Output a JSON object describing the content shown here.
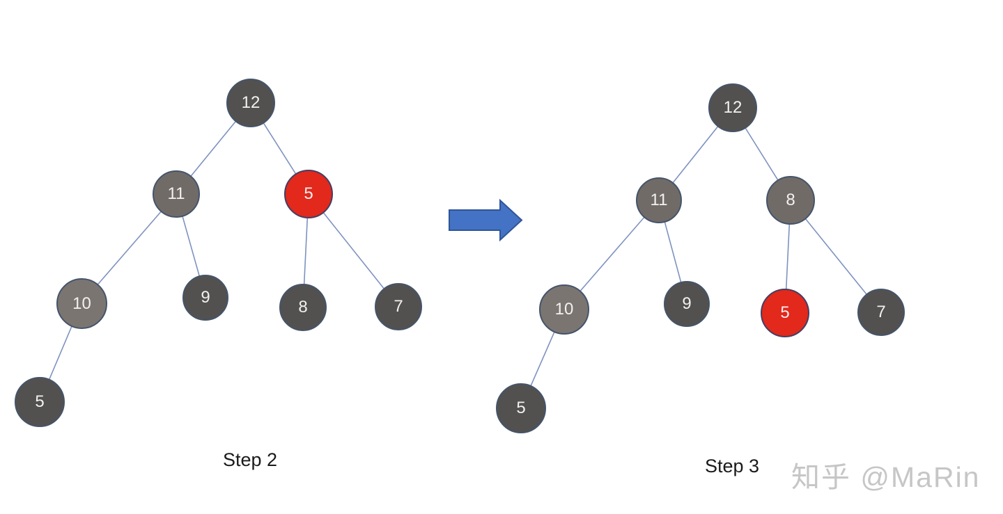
{
  "palette": {
    "node_dark": "#53514F",
    "node_medium": "#716B68",
    "node_light": "#7B7572",
    "node_red": "#E3281C",
    "node_border": "#44546A",
    "red_node_border": "#413F63",
    "node_text": "#F2F1EF",
    "edge_line": "#7E92C0",
    "arrow_fill": "#4472C4",
    "arrow_outline": "#2F5597",
    "step_text": "#1A1A1A",
    "watermark_text": "#C6C6C6"
  },
  "arrow": {
    "direction": "right"
  },
  "watermark": {
    "text": "知乎 @MaRin"
  },
  "diagram": {
    "type": "binary-heap-sift-down-steps",
    "steps": [
      {
        "label": "Step 2",
        "nodes": [
          {
            "label": "12",
            "tone": "dark"
          },
          {
            "label": "11",
            "tone": "medium"
          },
          {
            "label": "5",
            "tone": "red"
          },
          {
            "label": "10",
            "tone": "light"
          },
          {
            "label": "9",
            "tone": "dark"
          },
          {
            "label": "8",
            "tone": "dark"
          },
          {
            "label": "7",
            "tone": "dark"
          },
          {
            "label": "5",
            "tone": "dark"
          }
        ],
        "edges": [
          [
            0,
            1
          ],
          [
            0,
            2
          ],
          [
            1,
            3
          ],
          [
            1,
            4
          ],
          [
            2,
            5
          ],
          [
            2,
            6
          ],
          [
            3,
            7
          ]
        ]
      },
      {
        "label": "Step 3",
        "nodes": [
          {
            "label": "12",
            "tone": "dark"
          },
          {
            "label": "11",
            "tone": "medium"
          },
          {
            "label": "8",
            "tone": "medium"
          },
          {
            "label": "10",
            "tone": "light"
          },
          {
            "label": "9",
            "tone": "dark"
          },
          {
            "label": "5",
            "tone": "red"
          },
          {
            "label": "7",
            "tone": "dark"
          },
          {
            "label": "5",
            "tone": "dark"
          }
        ],
        "edges": [
          [
            0,
            1
          ],
          [
            0,
            2
          ],
          [
            1,
            3
          ],
          [
            1,
            4
          ],
          [
            2,
            5
          ],
          [
            2,
            6
          ],
          [
            3,
            7
          ]
        ]
      }
    ]
  }
}
